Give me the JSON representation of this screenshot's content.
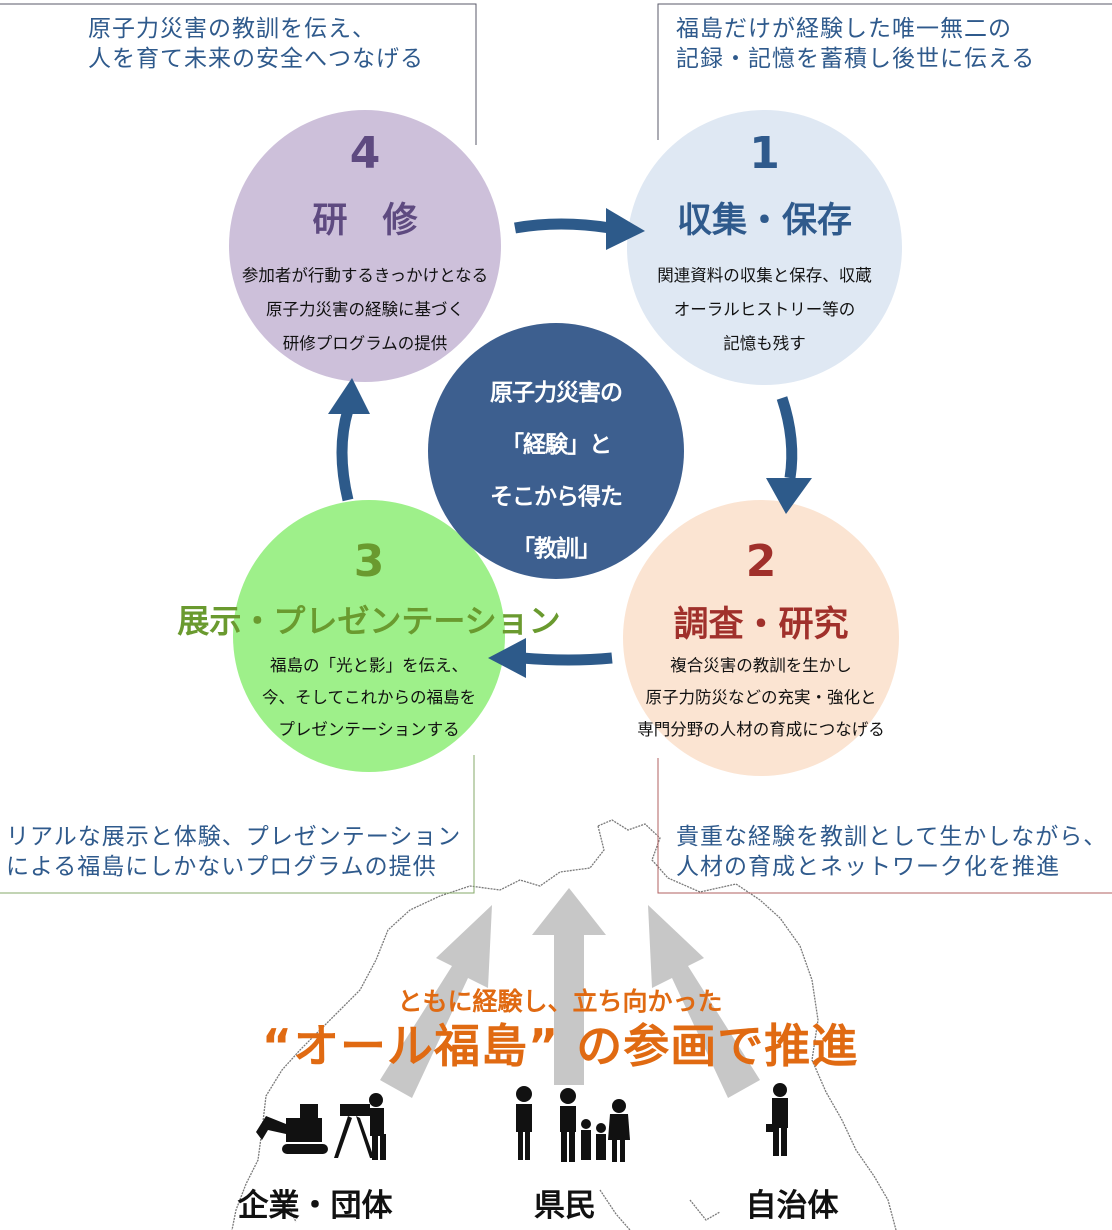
{
  "corners": {
    "top_left": [
      "原子力災害の教訓を伝え、",
      "人を育て未来の安全へつなげる"
    ],
    "top_right": [
      "福島だけが経験した唯一無二の",
      "記録・記憶を蓄積し後世に伝える"
    ],
    "bottom_left": [
      "リアルな展示と体験、プレゼンテーション",
      "による福島にしかないプログラムの提供"
    ],
    "bottom_right": [
      "貴重な経験を教訓として生かしながら、",
      "人材の育成とネットワーク化を推進"
    ]
  },
  "circles": [
    {
      "number": "1",
      "title": "収集・保存",
      "lines": [
        "関連資料の収集と保存、収蔵",
        "オーラルヒストリー等の",
        "記憶も残す"
      ],
      "fill": "#dfe8f3",
      "title_color": "#2f5a8c"
    },
    {
      "number": "2",
      "title": "調査・研究",
      "lines": [
        "複合災害の教訓を生かし",
        "原子力防災などの充実・強化と",
        "専門分野の人材の育成につなげる"
      ],
      "fill": "#fbe4d2",
      "title_color": "#a0302b"
    },
    {
      "number": "3",
      "title": "展示・プレゼンテーション",
      "lines": [
        "福島の「光と影」を伝え、",
        "今、そしてこれからの福島を",
        "プレゼンテーションする"
      ],
      "fill": "#9ef08a",
      "title_color": "#6a9a2f"
    },
    {
      "number": "4",
      "title": "研　修",
      "lines": [
        "参加者が行動するきっかけとなる",
        "原子力災害の経験に基づく",
        "研修プログラムの提供"
      ],
      "fill": "#cdc0da",
      "title_color": "#5e4a80"
    }
  ],
  "center": {
    "lines": [
      "原子力災害の",
      "「経験」と",
      "そこから得た",
      "「教訓」"
    ],
    "fill": "#3d5f8f"
  },
  "slogan": {
    "line1": "ともに経験し、立ち向かった",
    "line2": "“オール福島” の参画で推進"
  },
  "groups": [
    "企業・団体",
    "県民",
    "自治体"
  ],
  "colors": {
    "arrow": "#2d5a8a",
    "big_arrow": "#c7c7c7",
    "map_outline": "#7a7a7a"
  }
}
